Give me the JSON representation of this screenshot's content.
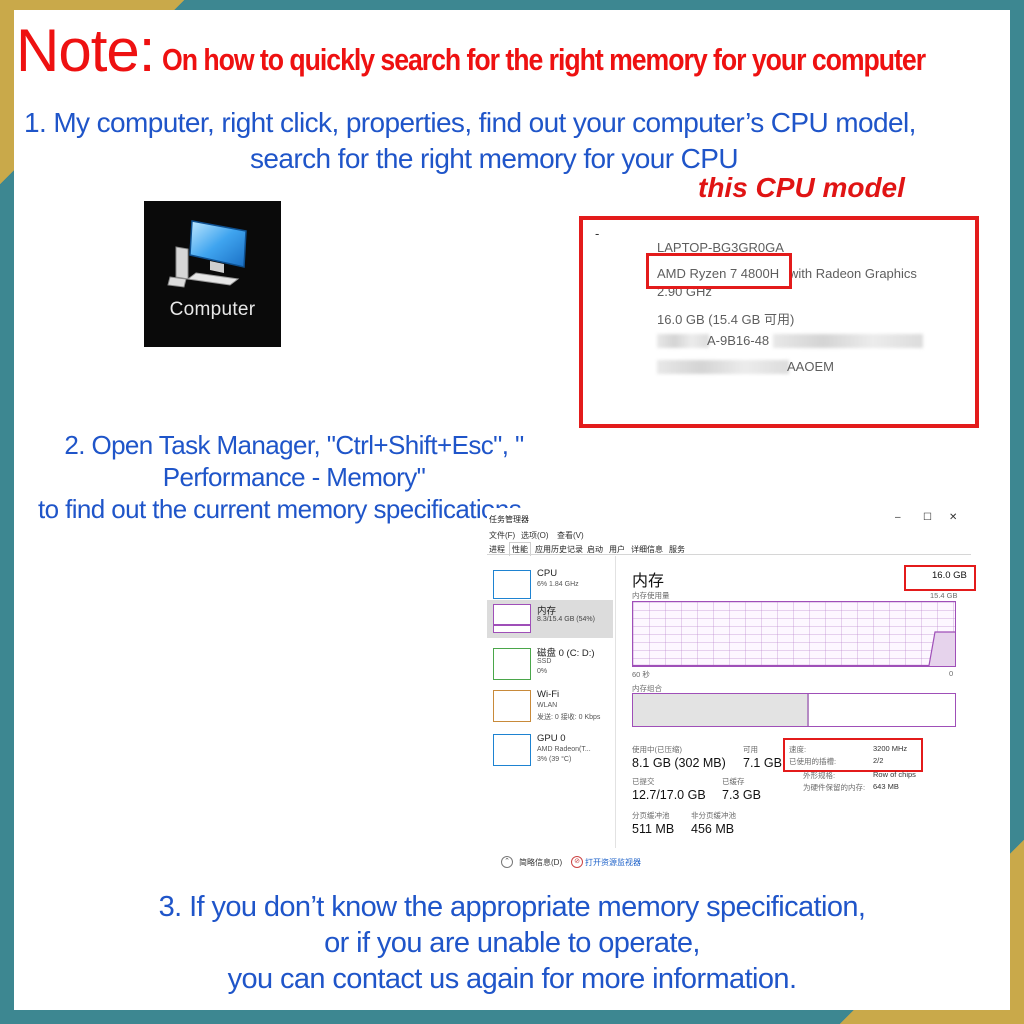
{
  "header": {
    "note_label": "Note:",
    "note_text": "On how to quickly search for the right memory for your computer"
  },
  "step1": {
    "line1": "1. My computer, right click, properties, find out your computer’s CPU model,",
    "line2": "search for the right memory for your CPU",
    "cpu_callout": "this CPU model"
  },
  "desktop_icon": {
    "label": "Computer",
    "icon": "computer-monitor-icon"
  },
  "system_properties": {
    "dash": "-",
    "device_name": "LAPTOP-BG3GR0GA",
    "cpu_model": "AMD Ryzen 7 4800H",
    "cpu_suffix": "with Radeon Graphics",
    "cpu_speed": "2.90 GHz",
    "ram": "16.0 GB (15.4 GB 可用)",
    "device_id_partial": "A-9B16-48",
    "product_id_partial": "AAOEM"
  },
  "step2": {
    "line1": "2. Open Task Manager, \"Ctrl+Shift+Esc\", \"",
    "line2": "Performance - Memory\"",
    "line3": "to find out the current memory specifications."
  },
  "task_manager": {
    "title": "任务管理器",
    "window_controls": [
      "–",
      "☐",
      "✕"
    ],
    "menu": [
      "文件(F)",
      "选项(O)",
      "查看(V)"
    ],
    "tabs": [
      "进程",
      "性能",
      "应用历史记录",
      "启动",
      "用户",
      "详细信息",
      "服务"
    ],
    "active_tab": 1,
    "sidebar": [
      {
        "name": "CPU",
        "sub1": "6% 1.84 GHz",
        "sub2": "",
        "color": "#1e83d1"
      },
      {
        "name": "内存",
        "sub1": "8.3/15.4 GB (54%)",
        "sub2": "",
        "color": "#9f4fb8"
      },
      {
        "name": "磁盘 0 (C: D:)",
        "sub1": "SSD",
        "sub2": "0%",
        "color": "#4aa64a"
      },
      {
        "name": "Wi-Fi",
        "sub1": "WLAN",
        "sub2": "发送: 0 接收: 0 Kbps",
        "color": "#c88a3a"
      },
      {
        "name": "GPU 0",
        "sub1": "AMD Radeon(T...",
        "sub2": "3% (39 °C)",
        "color": "#1e83d1"
      }
    ],
    "panel_title": "内存",
    "total_capacity": "16.0 GB",
    "usage_label": "内存使用量",
    "usage_max": "15.4 GB",
    "axis_left": "60 秒",
    "axis_right": "0",
    "composition_label": "内存组合",
    "composition_in_use": 0.54,
    "in_use_label": "使用中(已压缩)",
    "in_use_value": "8.1 GB (302 MB)",
    "available_label": "可用",
    "available_value": "7.1 GB",
    "committed_label": "已提交",
    "committed_value": "12.7/17.0 GB",
    "cached_label": "已缓存",
    "cached_value": "7.3 GB",
    "paged_label": "分页缓冲池",
    "paged_value": "511 MB",
    "nonpaged_label": "非分页缓冲池",
    "nonpaged_value": "456 MB",
    "speed_label": "速度:",
    "speed_value": "3200 MHz",
    "slots_label": "已使用的插槽:",
    "slots_value": "2/2",
    "form_label": "外形规格:",
    "form_value": "Row of chips",
    "reserved_label": "为硬件保留的内存:",
    "reserved_value": "643 MB",
    "fewer_details": "简略信息(D)",
    "open_monitor": "打开资源监视器"
  },
  "step3": {
    "line1": "3. If you don’t know the appropriate memory specification,",
    "line2": "or if you are unable to operate,",
    "line3": "you can contact us again for more information."
  },
  "colors": {
    "accent_blue": "#1f55c9",
    "accent_red": "#ee1111",
    "border_teal": "#3d8791",
    "border_gold": "#c9a94a",
    "memory_purple": "#9f4fb8"
  }
}
